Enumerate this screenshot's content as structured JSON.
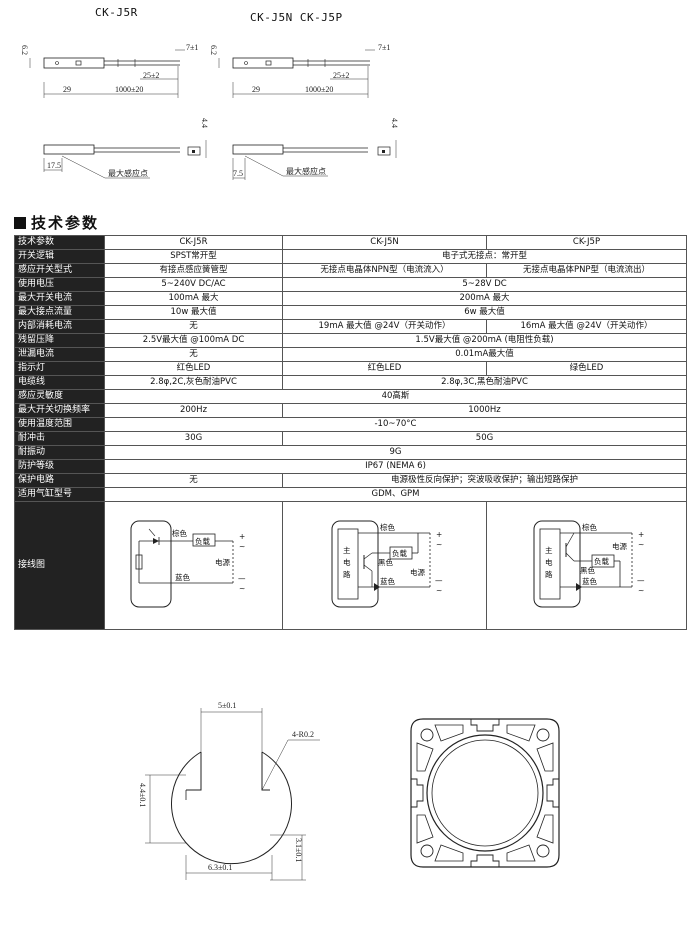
{
  "drawings": {
    "top_left_models": "CK-J5R",
    "top_right_models": "CK-J5N  CK-J5P",
    "dims_top_left": {
      "h": "6.2",
      "tail": "7±1",
      "slot": "25±2",
      "head": "29",
      "cable": "1000±20"
    },
    "dims_top_right": {
      "h": "6.2",
      "tail": "7±1",
      "slot": "25±2",
      "head": "29",
      "cable": "1000±20"
    },
    "dims_mid_left": {
      "h": "4.4",
      "pos": "17.5",
      "note": "最大感应点"
    },
    "dims_mid_right": {
      "h": "4.4",
      "pos": "7.5",
      "note": "最大感应点"
    },
    "dims_bottom": {
      "top": "5±0.1",
      "radius": "4-R0.2",
      "left": "4.4±0.1",
      "right": "3.1±0.1",
      "bottom": "6.3±0.1"
    }
  },
  "section_title": "技术参数",
  "table": {
    "header": {
      "label": "技术参数",
      "c1": "CK-J5R",
      "c2": "CK-J5N",
      "c3": "CK-J5P"
    },
    "rows": [
      {
        "label": "开关逻辑",
        "r": "SPST常开型",
        "np": "电子式无接点：常开型"
      },
      {
        "label": "感应开关型式",
        "r": "有接点感应簧管型",
        "n": "无接点电晶体NPN型（电流流入）",
        "p": "无接点电晶体PNP型（电流流出）"
      },
      {
        "label": "使用电压",
        "r": "5~240V  DC/AC",
        "np": "5~28V  DC"
      },
      {
        "label": "最大开关电流",
        "r": "100mA  最大",
        "np": "200mA  最大"
      },
      {
        "label": "最大接点流量",
        "r": "10w 最大值",
        "np": "6w 最大值"
      },
      {
        "label": "内部消耗电流",
        "r": "无",
        "n": "19mA 最大值 @24V（开关动作）",
        "p": "16mA 最大值 @24V（开关动作）"
      },
      {
        "label": "残留压降",
        "r": "2.5V最大值 @100mA DC",
        "np": "1.5V最大值  @200mA (电阻性负载)"
      },
      {
        "label": "泄漏电流",
        "r": "无",
        "np": "0.01mA最大值"
      },
      {
        "label": "指示灯",
        "r": "红色LED",
        "n": "红色LED",
        "p": "绿色LED"
      },
      {
        "label": "电缆线",
        "r": "2.8φ,2C,灰色耐油PVC",
        "np": "2.8φ,3C,黑色耐油PVC"
      },
      {
        "label": "感应灵敏度",
        "all": "40高斯"
      },
      {
        "label": "最大开关切换频率",
        "r": "200Hz",
        "np": "1000Hz"
      },
      {
        "label": "使用温度范围",
        "all": "-10~70°C"
      },
      {
        "label": "耐冲击",
        "r": "30G",
        "np": "50G"
      },
      {
        "label": "耐振动",
        "all": "9G"
      },
      {
        "label": "防护等级",
        "all": "IP67 (NEMA 6)"
      },
      {
        "label": "保护电路",
        "r": "无",
        "np": "电源极性反向保护；突波吸收保护；输出短路保护"
      },
      {
        "label": "适用气缸型号",
        "all": "GDM、GPM"
      }
    ],
    "wiring_label": "接线图"
  },
  "wiring": {
    "brown": "棕色",
    "blue": "蓝色",
    "black": "黑色",
    "load": "负载",
    "power": "电源",
    "main_circuit": [
      "主",
      "电",
      "路"
    ],
    "plus": "+",
    "minus": "—",
    "tilde": "~"
  },
  "colors": {
    "label_bg": "#222222",
    "line": "#333333"
  }
}
